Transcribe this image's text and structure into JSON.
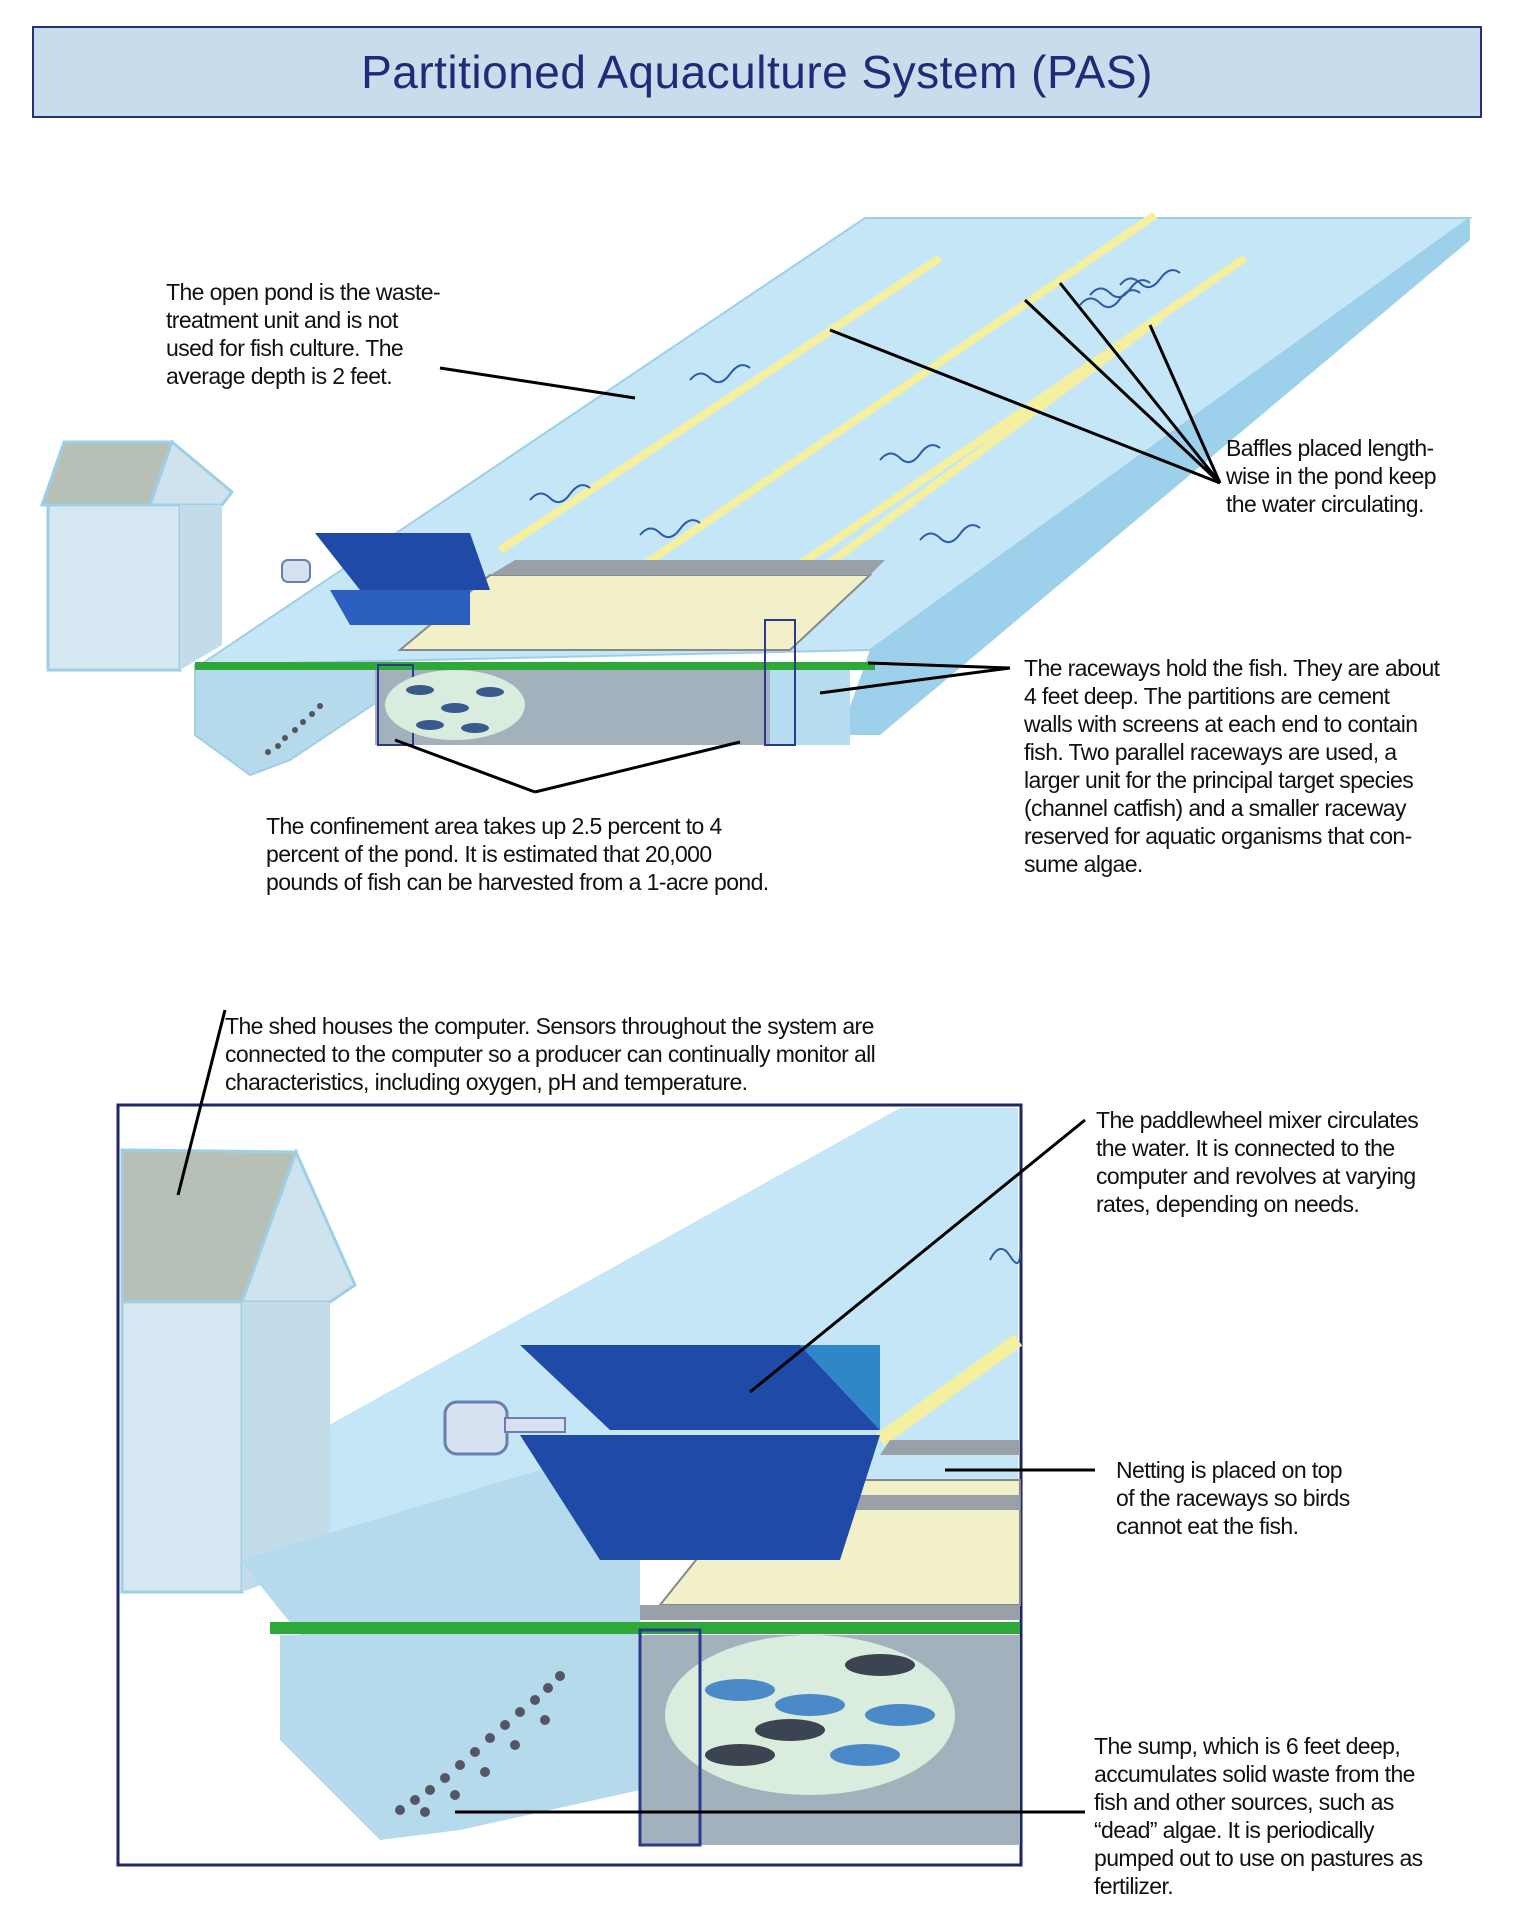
{
  "title": "Partitioned Aquaculture System (PAS)",
  "captions": {
    "open_pond": "The open pond is the waste-\ntreatment unit and is not\nused for fish culture. The\naverage depth is 2 feet.",
    "baffles": "Baffles placed length-\nwise in the pond keep\nthe water circulating.",
    "raceways": "The raceways hold the fish. They are about\n4 feet deep. The partitions are cement\nwalls with screens at each end to contain\nfish. Two parallel raceways are used, a\nlarger unit for the principal target species\n(channel catfish) and a smaller raceway\nreserved for aquatic organisms that con-\nsume algae.",
    "confinement": "The confinement area takes up 2.5 percent to 4\npercent of the pond. It is estimated that 20,000\npounds of fish can be harvested from a 1-acre pond.",
    "shed": "The shed houses the computer. Sensors throughout the system are\nconnected to the computer so a producer can continually monitor all\ncharacteristics, including oxygen, pH and temperature.",
    "paddlewheel": "The paddlewheel mixer circulates\nthe water. It is connected to the\ncomputer and revolves at varying\nrates, depending on needs.",
    "netting": "Netting is placed on top\nof the raceways so birds\ncannot eat the fish.",
    "sump": "The sump, which is 6 feet deep,\naccumulates solid waste from the\nfish and other sources, such as\n“dead” algae. It is periodically\npumped out to use on pastures as\nfertilizer."
  },
  "colors": {
    "title_bg": "#c9dcec",
    "title_border": "#2a2f78",
    "pond_water": "#c4e6f6",
    "baffle": "#f4f0a0",
    "paddle_blue": "#1f4aa8",
    "grass": "#2fa83a",
    "shed_roof": "#b7c0b6",
    "shed_wall": "#d6e8f2"
  }
}
